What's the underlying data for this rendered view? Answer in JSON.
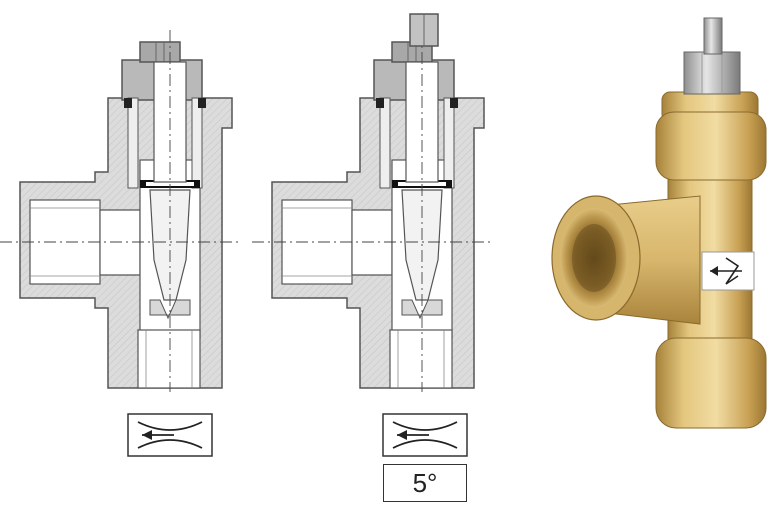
{
  "figure": {
    "panels": [
      {
        "name": "valve-section-left",
        "symbol": "adjustable-throttle"
      },
      {
        "name": "valve-section-middle",
        "symbol": "adjustable-throttle",
        "note": "5°"
      },
      {
        "name": "valve-photo",
        "label_symbol": "adjustable-throttle"
      }
    ],
    "colors": {
      "section_fill": "#e4e4e4",
      "section_stroke": "#555555",
      "bore_fill": "#ffffff",
      "nut_fill": "#b4b4b4",
      "brass_light": "#e9cf8c",
      "brass_mid": "#cfa95a",
      "brass_dark": "#9d7a35",
      "steel": "#c7c7c7"
    }
  }
}
